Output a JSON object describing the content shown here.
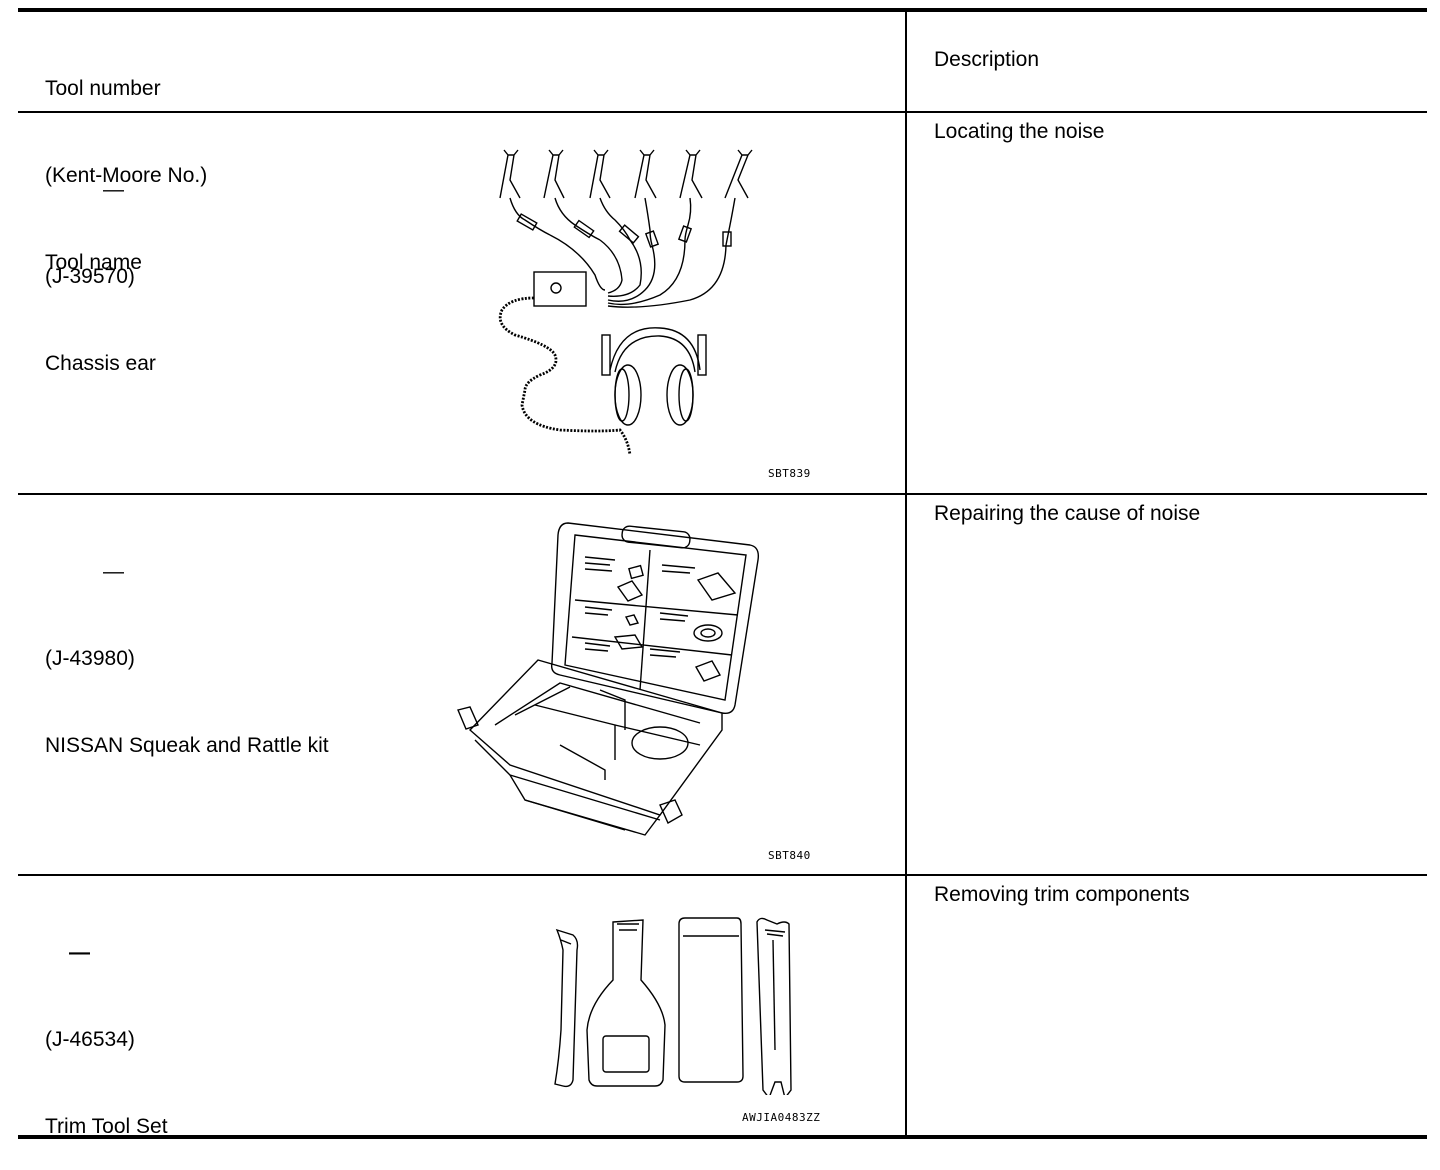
{
  "table": {
    "header": {
      "tool_lines": [
        "Tool number",
        "(Kent-Moore No.)",
        "Tool name"
      ],
      "description": "Description"
    },
    "rows": [
      {
        "tool_number": "—",
        "kent_moore": "(J-39570)",
        "tool_name": "Chassis ear",
        "figure_code": "SBT839",
        "description": "Locating the noise",
        "figure_icon": "chassis-ear-illustration"
      },
      {
        "tool_number": "—",
        "kent_moore": "(J-43980)",
        "tool_name": "NISSAN Squeak and Rattle kit",
        "figure_code": "SBT840",
        "description": "Repairing the cause of noise",
        "figure_icon": "squeak-rattle-kit-illustration"
      },
      {
        "tool_number": "—",
        "kent_moore": "(J-46534)",
        "tool_name": "Trim Tool Set",
        "figure_code": "AWJIA0483ZZ",
        "description": "Removing trim components",
        "figure_icon": "trim-tool-set-illustration"
      }
    ]
  }
}
